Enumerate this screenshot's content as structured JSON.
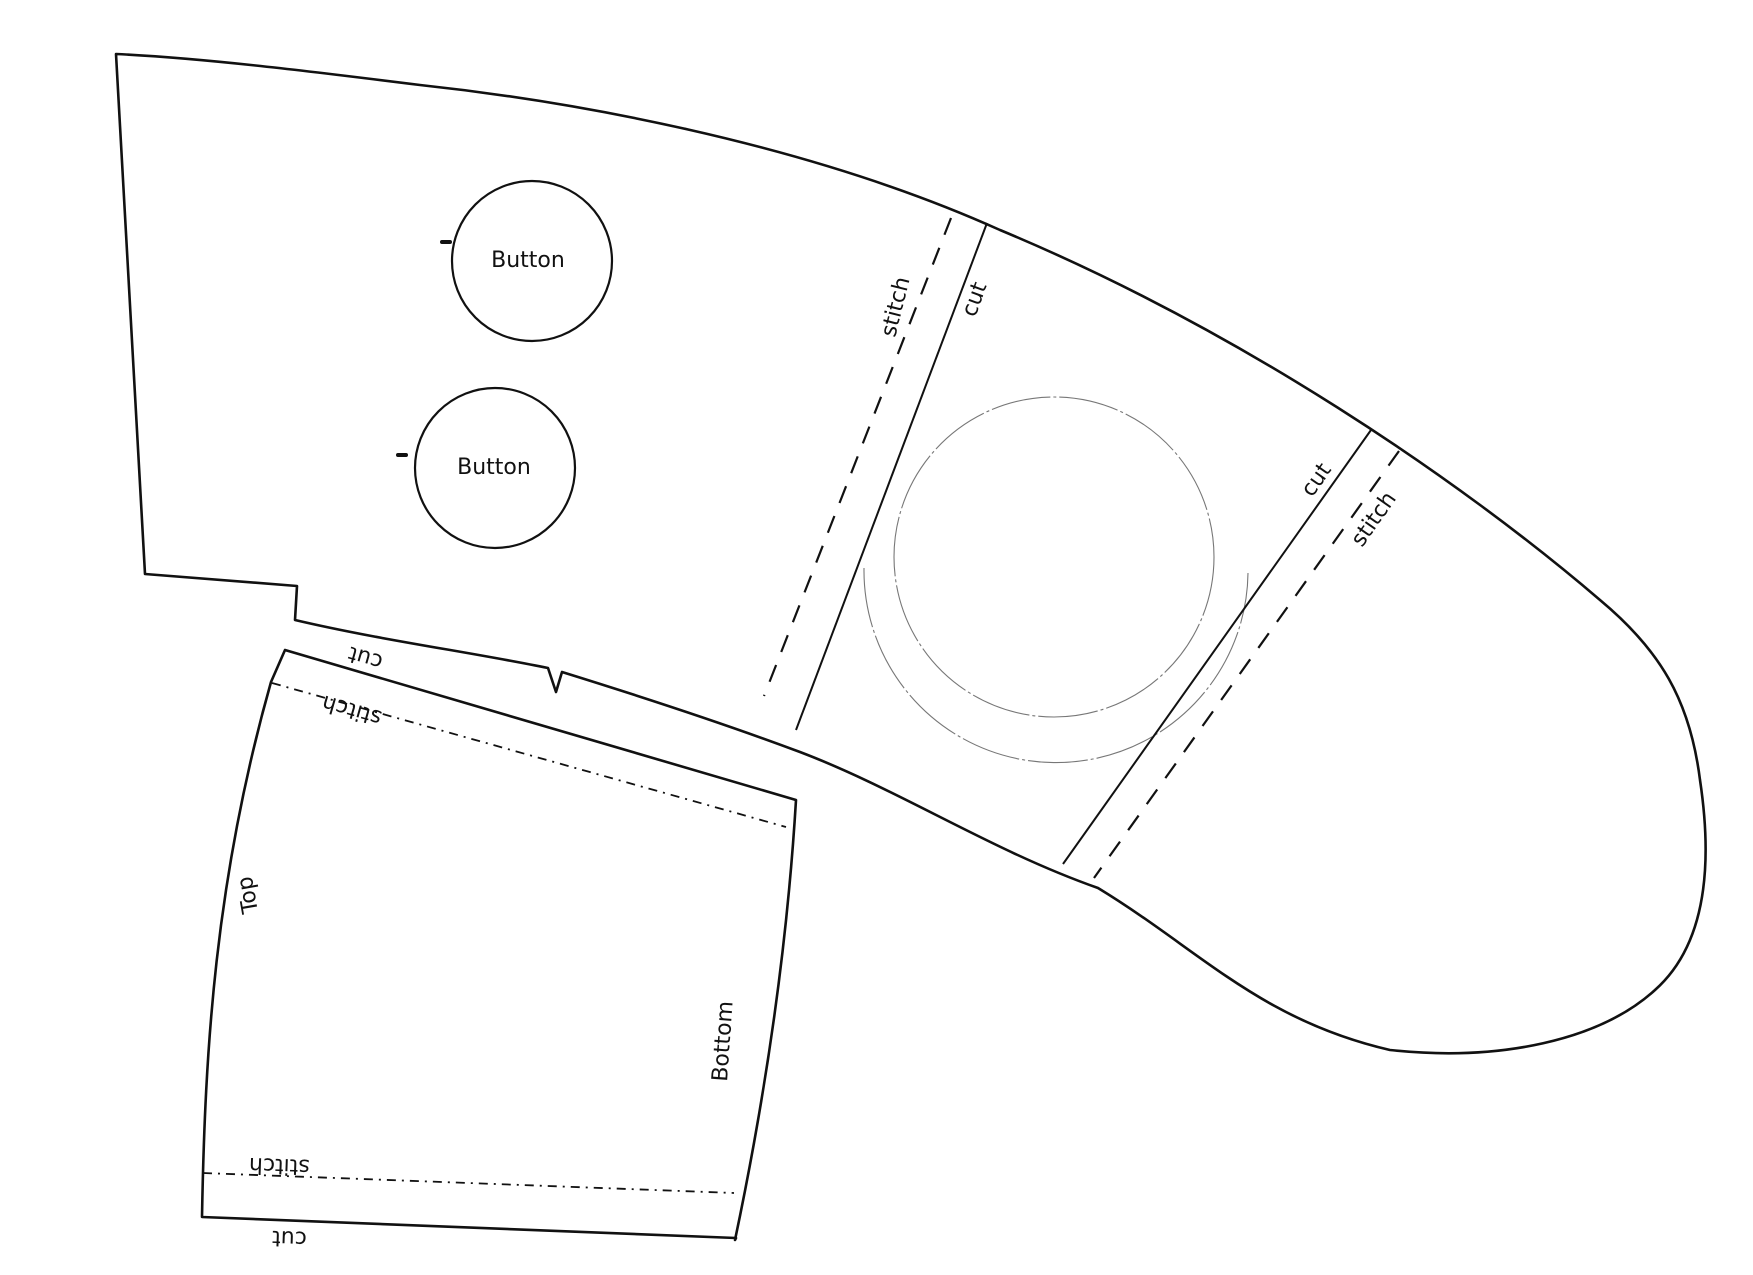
{
  "colors": {
    "ink": "#111111",
    "guide": "#777777",
    "paper": "#ffffff"
  },
  "main_piece": {
    "buttons": [
      {
        "label": "Button"
      },
      {
        "label": "Button"
      }
    ],
    "left_seam": {
      "stitch_label": "stitch",
      "cut_label": "cut"
    },
    "right_seam": {
      "cut_label": "cut",
      "stitch_label": "stitch"
    }
  },
  "band_piece": {
    "top_edge": {
      "cut_label": "cut",
      "stitch_label": "stitch"
    },
    "bottom_edge": {
      "stitch_label": "stitch",
      "cut_label": "cut"
    },
    "side_labels": {
      "top": "Top",
      "bottom": "Bottom"
    }
  }
}
